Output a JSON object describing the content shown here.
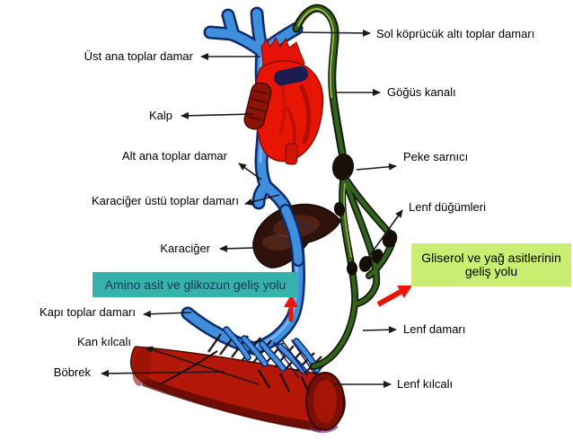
{
  "diagram": {
    "labels": {
      "ust_ana_toplar_damar": "Üst ana toplar damar",
      "kalp": "Kalp",
      "alt_ana_toplar_damar": "Alt ana toplar damar",
      "karaciger_ustu_toplar_damari": "Karaciğer üstü toplar damarı",
      "karaciger": "Karaciğer",
      "kapi_toplar_damari": "Kapı toplar damarı",
      "kan_kilcali": "Kan kılcalı",
      "bobrek": "Böbrek",
      "sol_koprucuk_alti_toplar_damari": "Sol köprücük altı toplar damarı",
      "gogus_kanali": "Göğüs kanalı",
      "peke_sarnici": "Peke sarnıcı",
      "lenf_dugumleri": "Lenf düğümleri",
      "lenf_damari": "Lenf damarı",
      "lenf_kilcali": "Lenf kılcalı"
    },
    "callouts": {
      "amino": {
        "text": "Amino asit ve glikozun geliş yolu",
        "bg": "#35b3ab",
        "text_color": "#17365e"
      },
      "gliserol": {
        "text": "Gliserol ve yağ asitlerinin geliş yolu",
        "bg": "#c9ee72",
        "text_color": "#000000"
      }
    },
    "colors": {
      "vein_blue": "#3f8fdc",
      "lymph_green": "#33621f",
      "heart_red": "#e81505",
      "liver_dark": "#2d110a",
      "intestine_red": "#b21708",
      "flow_arrow_red": "#ea1509",
      "label_arrow_black": "#1a1a1a"
    }
  }
}
